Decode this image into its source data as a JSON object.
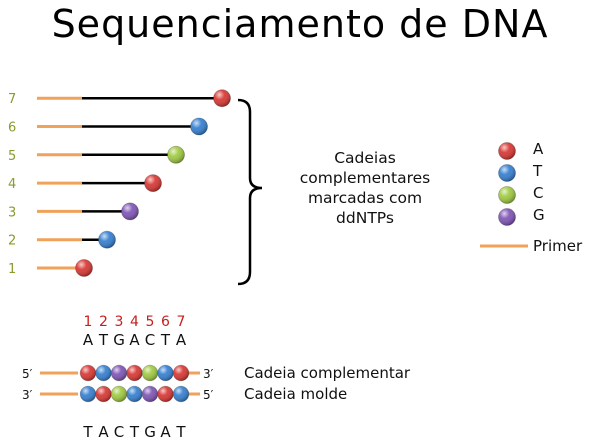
{
  "title": "Sequenciamento de DNA",
  "fragments": [
    {
      "number": "1",
      "terminal_base": "A"
    },
    {
      "number": "2",
      "terminal_base": "T"
    },
    {
      "number": "3",
      "terminal_base": "G"
    },
    {
      "number": "4",
      "terminal_base": "A"
    },
    {
      "number": "5",
      "terminal_base": "C"
    },
    {
      "number": "6",
      "terminal_base": "T"
    },
    {
      "number": "7",
      "terminal_base": "A"
    }
  ],
  "group_label": [
    "Cadeias",
    "complementares",
    "marcadas com",
    "ddNTPs"
  ],
  "legend": [
    {
      "base": "A",
      "color": "#d7302c"
    },
    {
      "base": "T",
      "color": "#2e7bcf"
    },
    {
      "base": "C",
      "color": "#9cc83a"
    },
    {
      "base": "G",
      "color": "#7b4fb3"
    }
  ],
  "primer": {
    "label": "Primer",
    "color": "#f0a25a"
  },
  "position_numbers": [
    "1",
    "2",
    "3",
    "4",
    "5",
    "6",
    "7"
  ],
  "complementary_sequence": [
    "A",
    "T",
    "G",
    "A",
    "C",
    "T",
    "A"
  ],
  "template_sequence": [
    "T",
    "A",
    "C",
    "T",
    "G",
    "A",
    "T"
  ],
  "strands": {
    "complementary": {
      "left_end": "5′",
      "right_end": "3′",
      "label": "Cadeia complementar"
    },
    "template": {
      "left_end": "3′",
      "right_end": "5′",
      "label": "Cadeia molde"
    }
  },
  "colors": {
    "number_label": "#8c9a2e",
    "position_number": "#c81e1e",
    "line": "#000000"
  }
}
